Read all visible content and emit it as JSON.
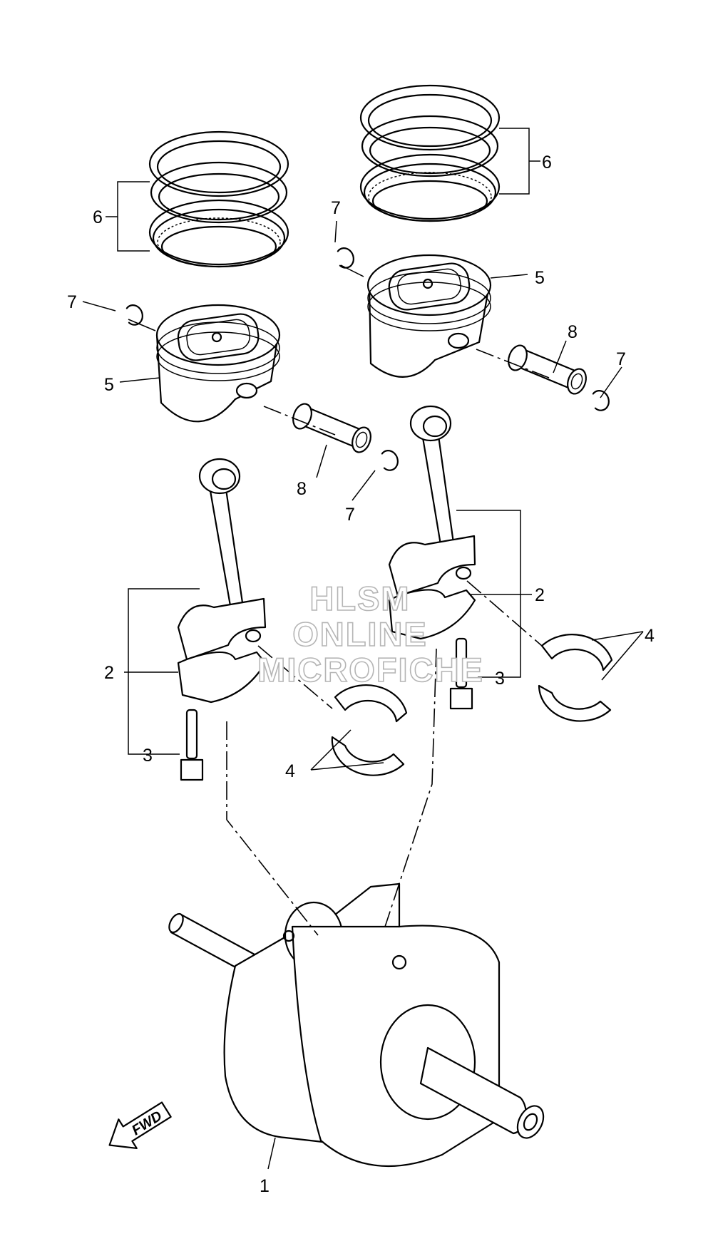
{
  "watermark": {
    "line1": "HLSM",
    "line2": "ONLINE",
    "line3": "MICROFICHE"
  },
  "fwd_arrow": {
    "label": "FWD",
    "icon": "fwd-arrow-icon"
  },
  "callouts": [
    {
      "id": "c6-left",
      "text": "6"
    },
    {
      "id": "c6-right",
      "text": "6"
    },
    {
      "id": "c7-a",
      "text": "7"
    },
    {
      "id": "c7-b",
      "text": "7"
    },
    {
      "id": "c7-c",
      "text": "7"
    },
    {
      "id": "c7-d",
      "text": "7"
    },
    {
      "id": "c5-left",
      "text": "5"
    },
    {
      "id": "c5-right",
      "text": "5"
    },
    {
      "id": "c8-left",
      "text": "8"
    },
    {
      "id": "c8-right",
      "text": "8"
    },
    {
      "id": "c2-left",
      "text": "2"
    },
    {
      "id": "c2-right",
      "text": "2"
    },
    {
      "id": "c3-left",
      "text": "3"
    },
    {
      "id": "c3-right",
      "text": "3"
    },
    {
      "id": "c4-left",
      "text": "4"
    },
    {
      "id": "c4-right",
      "text": "4"
    },
    {
      "id": "c1",
      "text": "1"
    }
  ]
}
